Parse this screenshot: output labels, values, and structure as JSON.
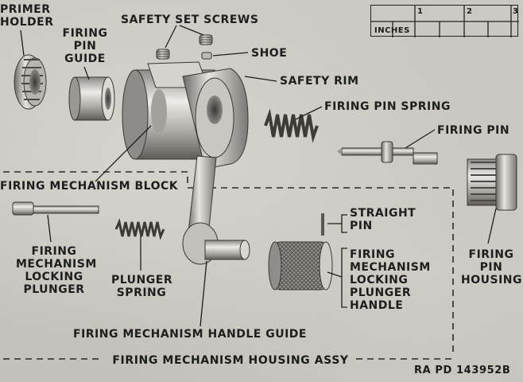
{
  "labels": {
    "primer_holder_l1": "PRIMER",
    "primer_holder_l2": "HOLDER",
    "firing_pin_guide_l1": "FIRING",
    "firing_pin_guide_l2": "PIN",
    "firing_pin_guide_l3": "GUIDE",
    "safety_set_screws": "SAFETY SET SCREWS",
    "shoe": "SHOE",
    "safety_rim": "SAFETY RIM",
    "firing_pin_spring": "FIRING PIN SPRING",
    "firing_pin": "FIRING PIN",
    "firing_mechanism_block": "FIRING MECHANISM BLOCK",
    "straight_pin_l1": "STRAIGHT",
    "straight_pin_l2": "PIN",
    "firing_pin_housing_l1": "FIRING",
    "firing_pin_housing_l2": "PIN",
    "firing_pin_housing_l3": "HOUSING",
    "locking_plunger_l1": "FIRING",
    "locking_plunger_l2": "MECHANISM",
    "locking_plunger_l3": "LOCKING",
    "locking_plunger_l4": "PLUNGER",
    "plunger_spring_l1": "PLUNGER",
    "plunger_spring_l2": "SPRING",
    "plunger_handle_l1": "FIRING",
    "plunger_handle_l2": "MECHANISM",
    "plunger_handle_l3": "LOCKING",
    "plunger_handle_l4": "PLUNGER",
    "plunger_handle_l5": "HANDLE",
    "handle_guide": "FIRING MECHANISM HANDLE GUIDE"
  },
  "scale": {
    "units": "INCHES",
    "ticks": [
      "1",
      "2",
      "3"
    ]
  },
  "caption": "FIRING MECHANISM HOUSING ASSY",
  "reference": "RA PD 143952B"
}
